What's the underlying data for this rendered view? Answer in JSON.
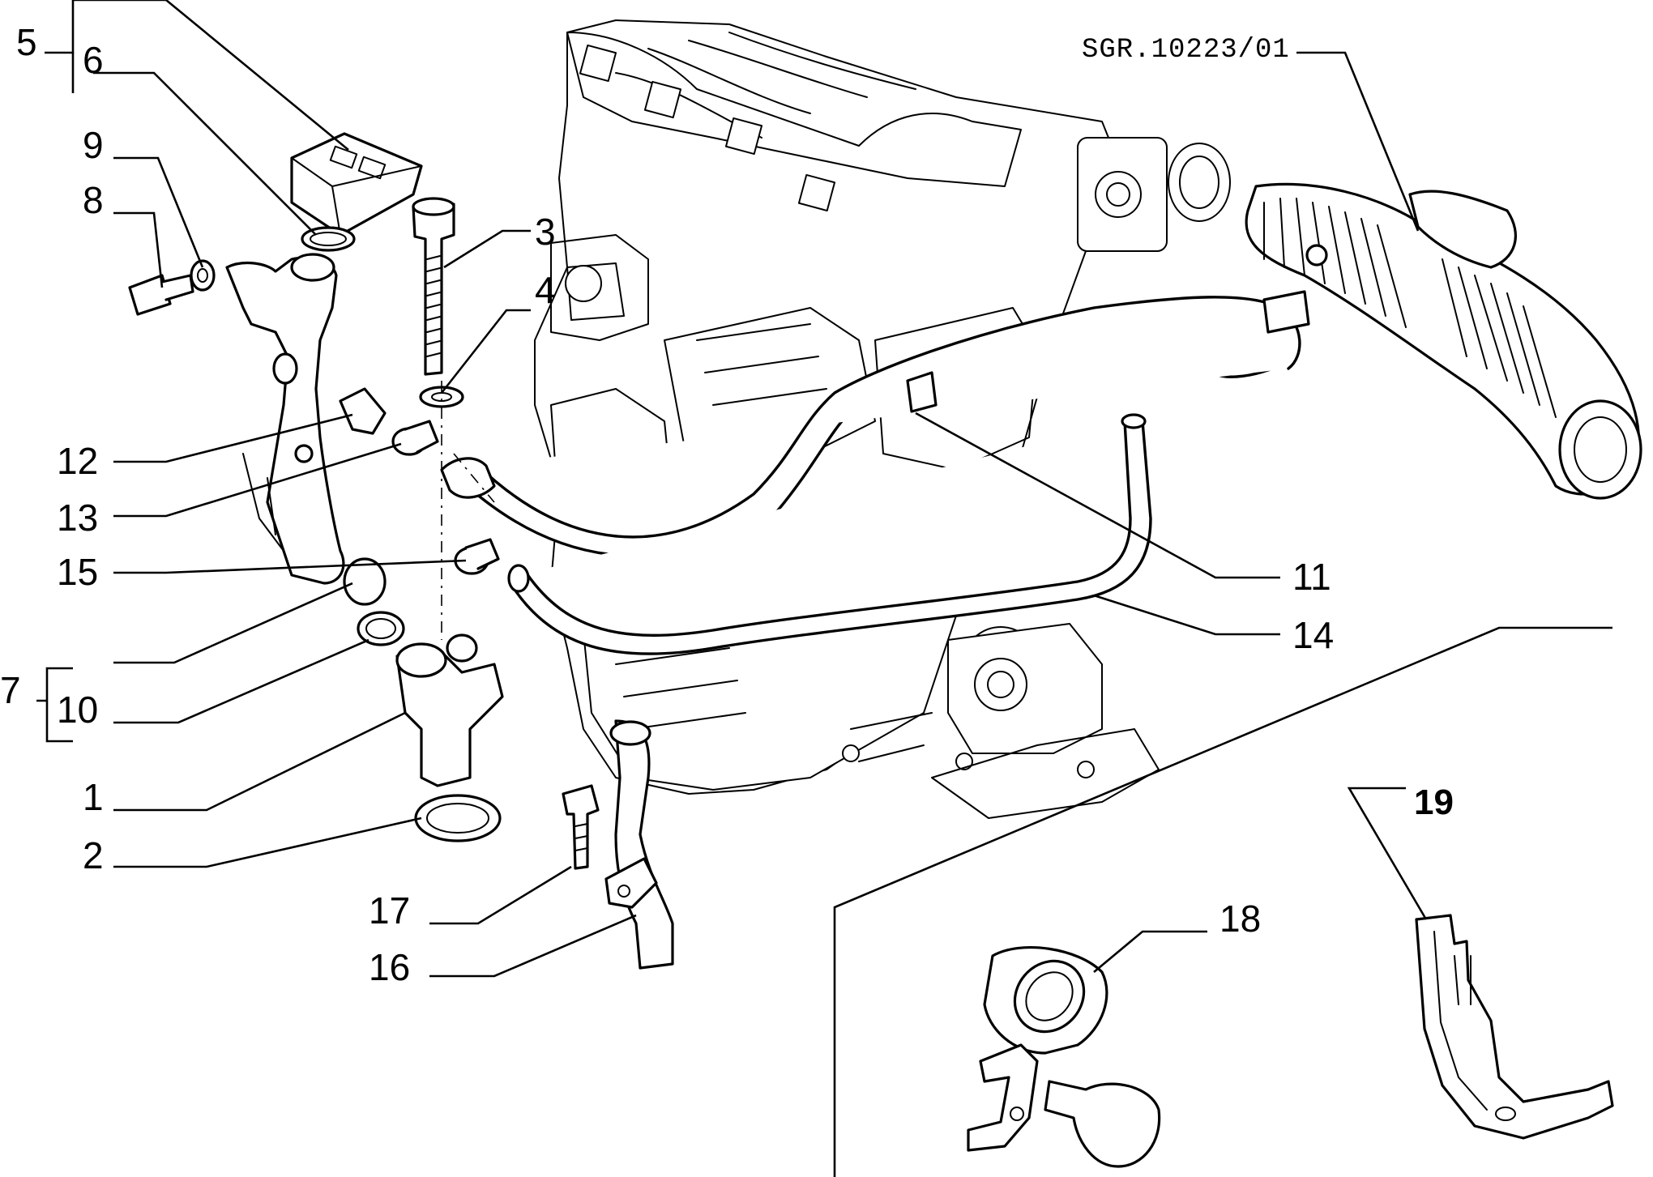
{
  "reference": "SGR.10223/01",
  "callouts": {
    "c1": "1",
    "c2": "2",
    "c3": "3",
    "c4": "4",
    "c5": "5",
    "c6": "6",
    "c7": "7",
    "c8": "8",
    "c9": "9",
    "c10": "10",
    "c11": "11",
    "c12": "12",
    "c13": "13",
    "c14": "14",
    "c15": "15",
    "c16": "16",
    "c17": "17",
    "c18": "18",
    "c19": "19"
  }
}
